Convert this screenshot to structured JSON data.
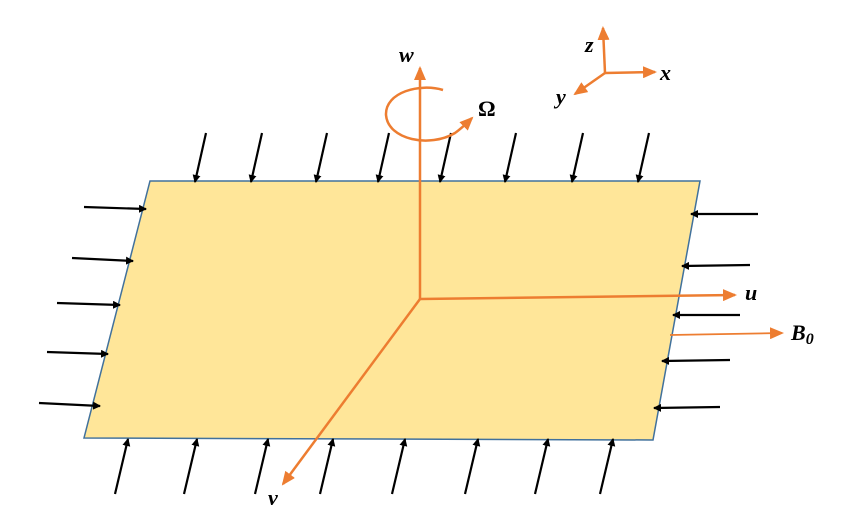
{
  "labels": {
    "w": "w",
    "omega": "Ω",
    "z": "z",
    "x": "x",
    "y": "y",
    "u": "u",
    "b0": "B",
    "b0_sub": "0",
    "v": "v"
  },
  "colors": {
    "plate_fill": "#FFE699",
    "plate_edge": "#41719C",
    "axis": "#ED7D31",
    "force": "#000000"
  },
  "icons": {
    "rotation": "rotation-arrow-icon"
  }
}
